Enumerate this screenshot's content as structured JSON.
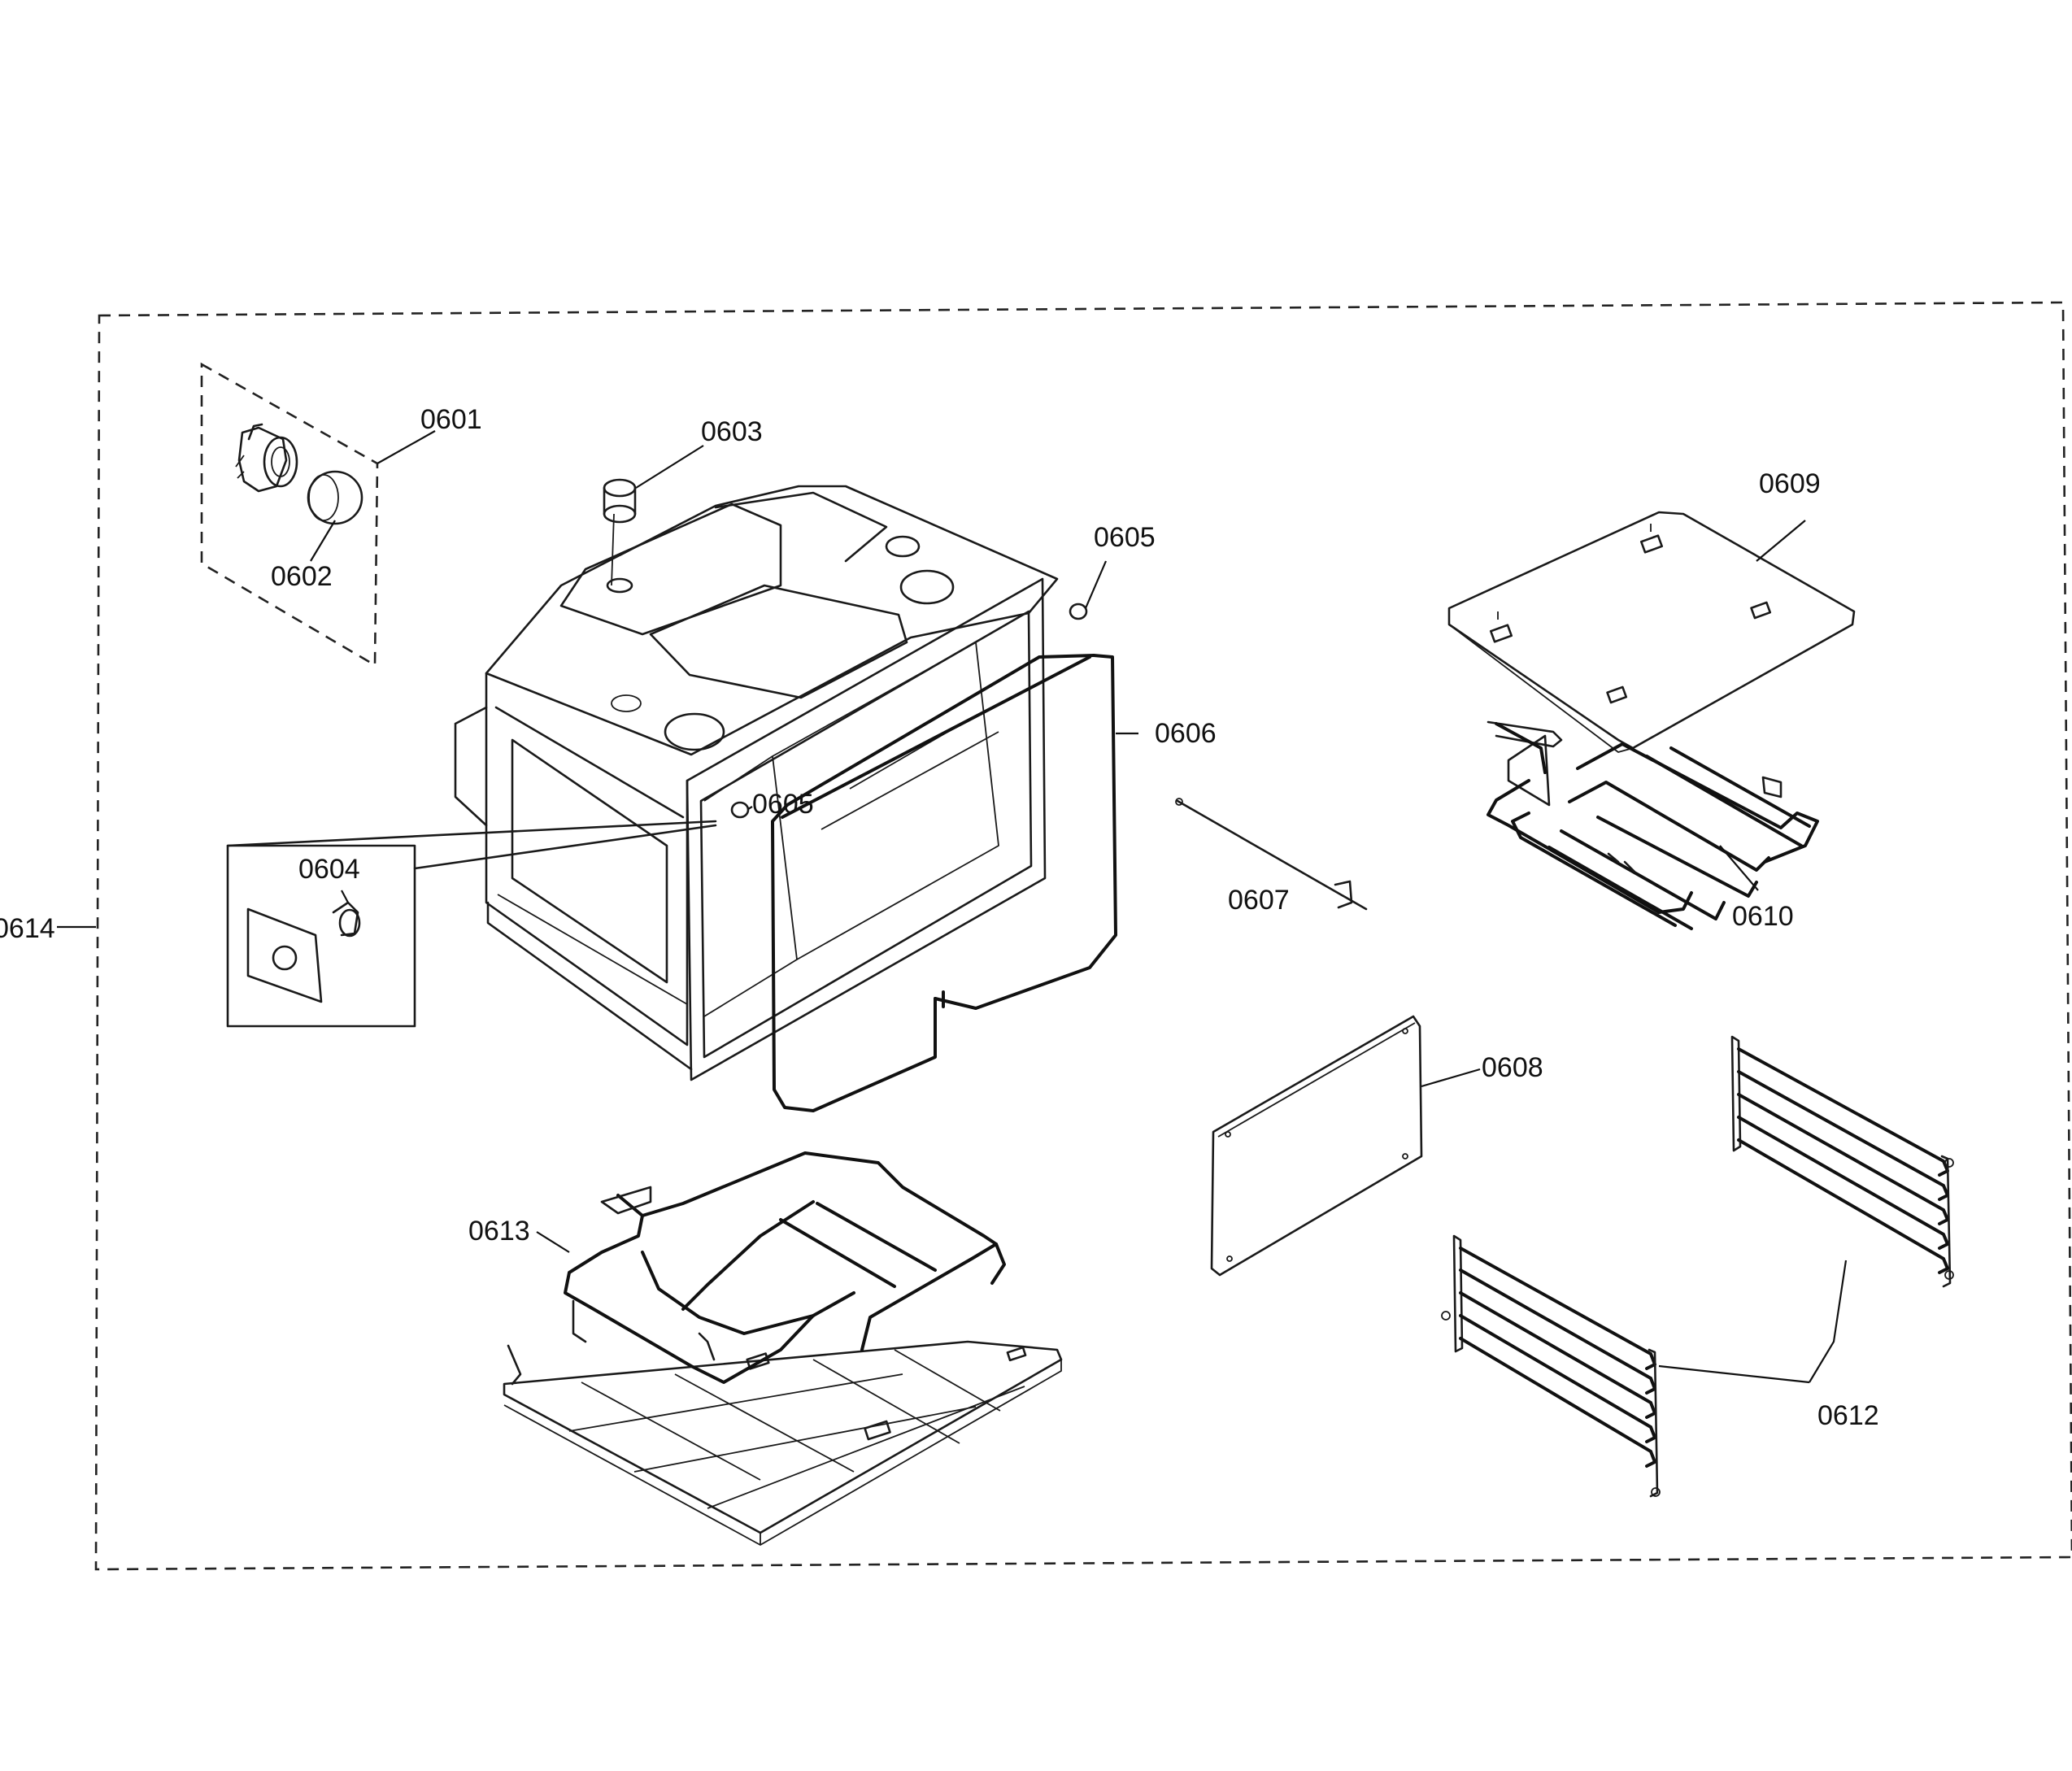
{
  "diagram": {
    "labels": {
      "p0601": "0601",
      "p0602": "0602",
      "p0603": "0603",
      "p0604": "0604",
      "p0605_top": "0605",
      "p0605_front": "0605",
      "p0606": "0606",
      "p0607": "0607",
      "p0608": "0608",
      "p0609": "0609",
      "p0610": "0610",
      "p0612": "0612",
      "p0613": "0613",
      "p0614": "0614"
    }
  }
}
